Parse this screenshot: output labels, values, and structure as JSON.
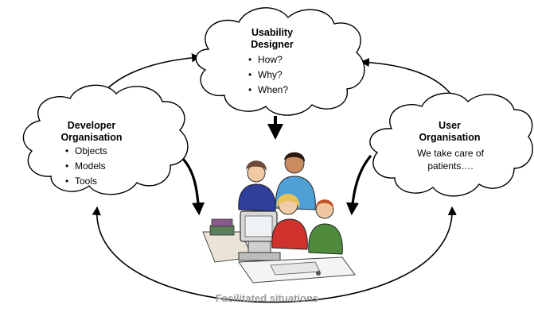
{
  "usability_designer": {
    "title_line1": "Usability",
    "title_line2": "Designer",
    "items": [
      "How?",
      "Why?",
      "When?"
    ]
  },
  "developer_organisation": {
    "title_line1": "Developer",
    "title_line2": "Organisation",
    "items": [
      "Objects",
      "Models",
      "Tools"
    ]
  },
  "user_organisation": {
    "title_line1": "User",
    "title_line2": "Organisation",
    "body_line1": "We take care of",
    "body_line2": "patients…."
  },
  "center_caption": "Facilitated situations",
  "colors": {
    "caption": "#9a9a9a",
    "stroke": "#000000",
    "cloud_fill": "#ffffff"
  }
}
